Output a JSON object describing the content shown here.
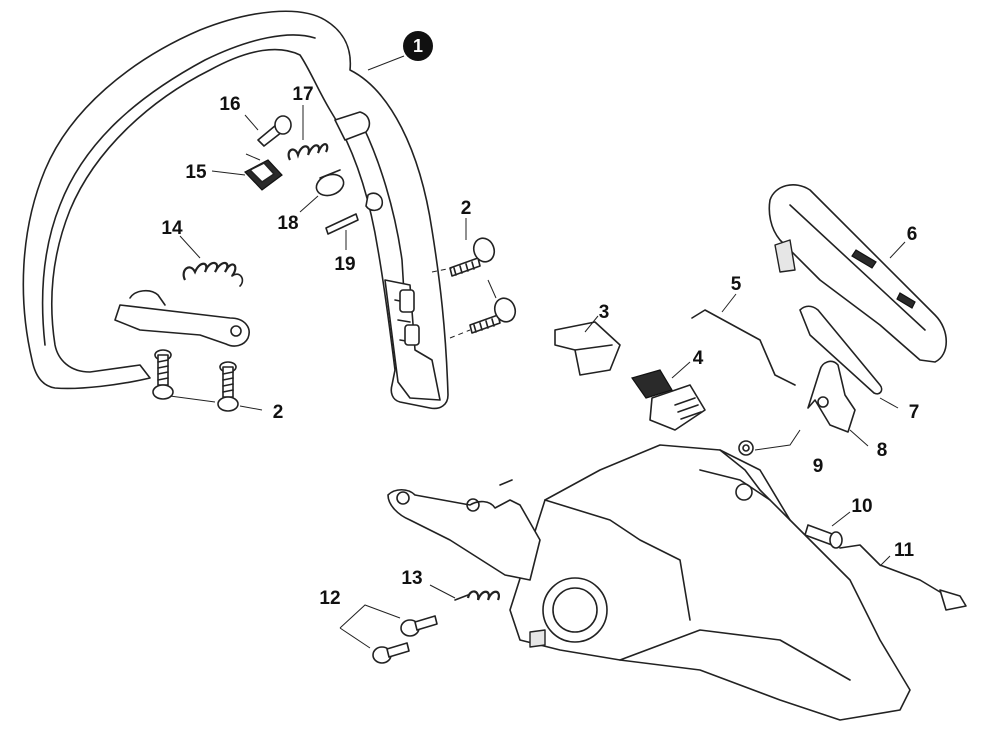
{
  "callouts": {
    "c1": "1",
    "c2a": "2",
    "c2b": "2",
    "c3": "3",
    "c4": "4",
    "c5": "5",
    "c6": "6",
    "c7": "7",
    "c8": "8",
    "c9": "9",
    "c10": "10",
    "c11": "11",
    "c12": "12",
    "c13": "13",
    "c14": "14",
    "c15": "15",
    "c16": "16",
    "c17": "17",
    "c18": "18",
    "c19": "19"
  },
  "colors": {
    "line": "#222222",
    "badge": "#111111",
    "shade": "#e6e6e6"
  }
}
